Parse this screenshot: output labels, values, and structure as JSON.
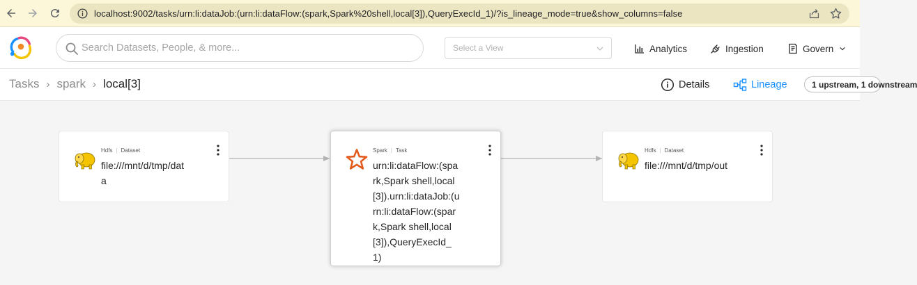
{
  "browser": {
    "url": "localhost:9002/tasks/urn:li:dataJob:(urn:li:dataFlow:(spark,Spark%20shell,local[3]),QueryExecId_1)/?is_lineage_mode=true&show_columns=false"
  },
  "header": {
    "search_placeholder": "Search Datasets, People, & more...",
    "view_placeholder": "Select a View",
    "analytics_label": "Analytics",
    "ingestion_label": "Ingestion",
    "govern_label": "Govern"
  },
  "breadcrumb": {
    "items": [
      "Tasks",
      "spark",
      "local[3]"
    ]
  },
  "toolbar": {
    "details_label": "Details",
    "lineage_label": "Lineage",
    "upstream_label": "1 upstream, 1 downstream"
  },
  "lineage": {
    "nodes": [
      {
        "platform": "Hdfs",
        "type": "Dataset",
        "name": "file:///mnt/d/tmp/data",
        "icon": "hadoop-elephant-icon"
      },
      {
        "platform": "Spark",
        "type": "Task",
        "name": "urn:li:dataFlow:(spark,Spark shell,local[3]).urn:li:dataJob:(urn:li:dataFlow:(spark,Spark shell,local[3]),QueryExecId_1)",
        "icon": "spark-star-icon"
      },
      {
        "platform": "Hdfs",
        "type": "Dataset",
        "name": "file:///mnt/d/tmp/out",
        "icon": "hadoop-elephant-icon"
      }
    ]
  },
  "colors": {
    "accent": "#1890ff",
    "browser_bar": "#fdf7d9",
    "spark": "#e25a1c",
    "hadoop": "#f5c400"
  }
}
